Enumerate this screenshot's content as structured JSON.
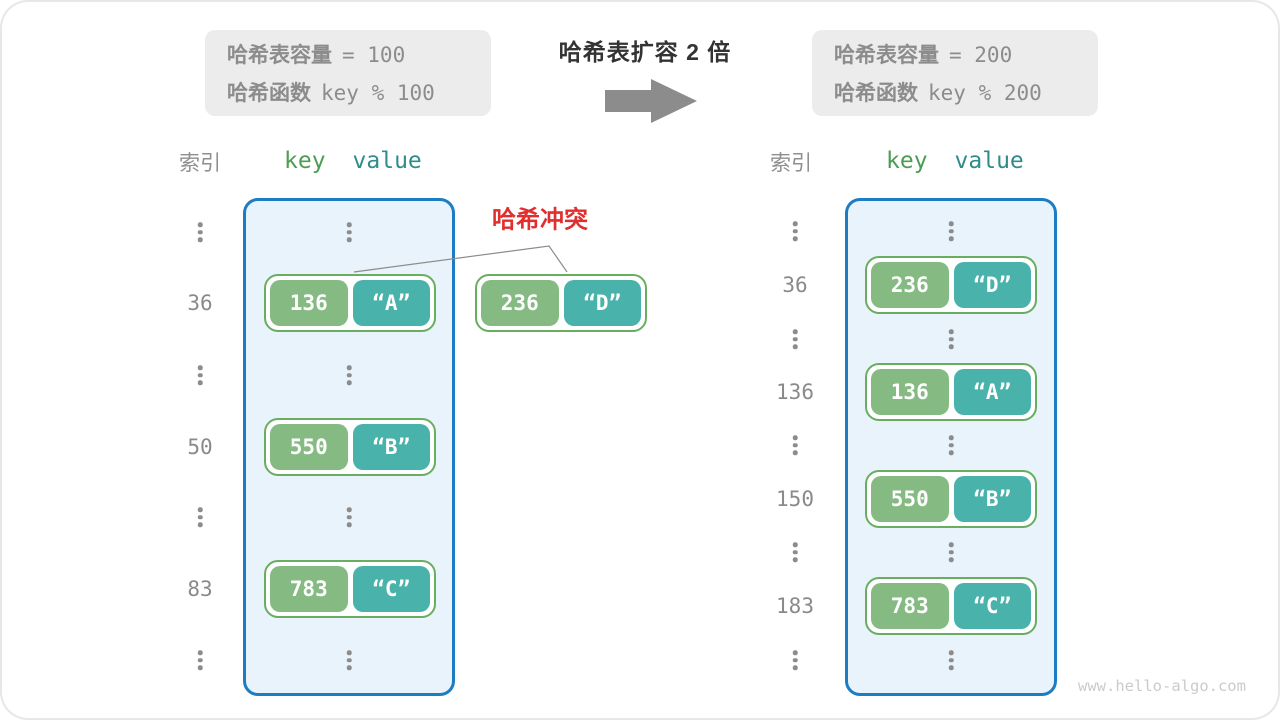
{
  "transition": {
    "title": "哈希表扩容 2 倍",
    "arrow_icon": "right-block-arrow"
  },
  "info_before": {
    "line1_label": "哈希表容量",
    "line1_value": "= 100",
    "line2_label": "哈希函数",
    "line2_value": "key % 100"
  },
  "info_after": {
    "line1_label": "哈希表容量",
    "line1_value": "= 200",
    "line2_label": "哈希函数",
    "line2_value": "key % 200"
  },
  "collision_label": "哈希冲突",
  "external_pair": {
    "key": "236",
    "value": "“D”"
  },
  "panel_left": {
    "header_index": "索引",
    "header_key": "key",
    "header_value": "value",
    "rows": [
      {
        "type": "dots"
      },
      {
        "type": "entry",
        "index": "36",
        "key": "136",
        "value": "“A”"
      },
      {
        "type": "dots"
      },
      {
        "type": "entry",
        "index": "50",
        "key": "550",
        "value": "“B”"
      },
      {
        "type": "dots"
      },
      {
        "type": "entry",
        "index": "83",
        "key": "783",
        "value": "“C”"
      },
      {
        "type": "dots"
      }
    ]
  },
  "panel_right": {
    "header_index": "索引",
    "header_key": "key",
    "header_value": "value",
    "rows": [
      {
        "type": "dots"
      },
      {
        "type": "entry",
        "index": "36",
        "key": "236",
        "value": "“D”"
      },
      {
        "type": "dots"
      },
      {
        "type": "entry",
        "index": "136",
        "key": "136",
        "value": "“A”"
      },
      {
        "type": "dots"
      },
      {
        "type": "entry",
        "index": "150",
        "key": "550",
        "value": "“B”"
      },
      {
        "type": "dots"
      },
      {
        "type": "entry",
        "index": "183",
        "key": "783",
        "value": "“C”"
      },
      {
        "type": "dots"
      }
    ]
  },
  "watermark": "www.hello-algo.com",
  "colors": {
    "container_border_blue": "#1c7dc5",
    "container_bg_blue": "#e9f3fb",
    "pair_border_green": "#69ad61",
    "key_green": "#85bb83",
    "value_teal": "#49b2ab",
    "header_key_green": "#4c9d51",
    "header_value_teal": "#2f8c8b",
    "collision_red": "#e12e2e",
    "info_box_bg": "#ececec",
    "text_gray": "#8c8c8c",
    "arrow_gray": "#8c8c8c",
    "watermark_gray": "#cbcbcb"
  }
}
